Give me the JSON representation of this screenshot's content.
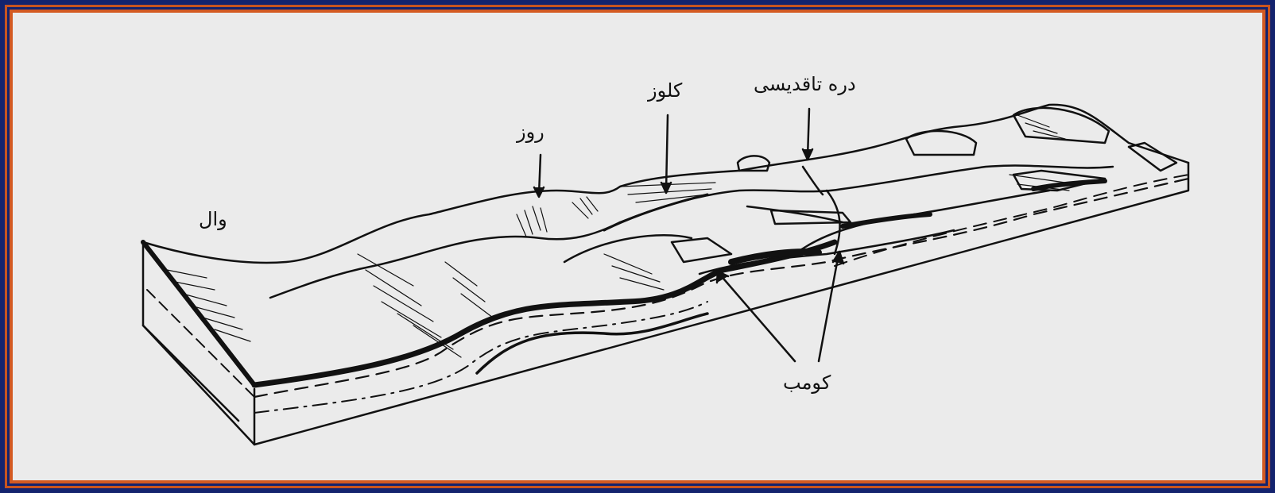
{
  "diagram": {
    "labels": {
      "wall": "وال",
      "ruz": "روز",
      "kluz": "کلوز",
      "anticline_valley": "دره تاقدیسی",
      "komb": "کومب"
    },
    "colors": {
      "frame": "#14236e",
      "border": "#d35a22",
      "paper": "#ebebeb",
      "ink": "#111111"
    }
  }
}
